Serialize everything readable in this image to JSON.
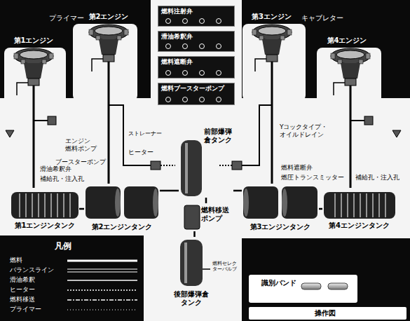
{
  "diagram": {
    "nodes": [
      {
        "text": [
          "第1エンジン"
        ]
      },
      {
        "text": [
          "第2エンジン"
        ]
      },
      {
        "text": [
          "第3エンジン"
        ]
      },
      {
        "text": [
          "第4エンジン"
        ]
      },
      {
        "text": [
          "燃料注射弁"
        ]
      },
      {
        "text": [
          "滑油希釈弁"
        ]
      },
      {
        "text": [
          "燃料遮断弁"
        ]
      },
      {
        "text": [
          "燃料ブースターポンプ"
        ]
      },
      {
        "text": [
          "第1エンジンタンク"
        ]
      },
      {
        "text": [
          "第2エンジンタンク"
        ]
      },
      {
        "text": [
          "前部爆弾倉タンク"
        ]
      },
      {
        "text": [
          "第3エンジンタンク"
        ]
      },
      {
        "text": [
          "第4エンジンタンク"
        ]
      },
      {
        "text": [
          "燃料移送ポンプ"
        ]
      },
      {
        "text": [
          "後部爆弾倉 タンク"
        ]
      }
    ],
    "edges": [
      {
        "from": 8,
        "to": 0,
        "arrow": "none"
      },
      {
        "from": 9,
        "to": 1,
        "arrow": "none"
      },
      {
        "from": 11,
        "to": 2,
        "arrow": "none"
      },
      {
        "from": 12,
        "to": 3,
        "arrow": "none"
      },
      {
        "from": 8,
        "to": 9,
        "arrow": "none"
      },
      {
        "from": 11,
        "to": 12,
        "arrow": "none"
      },
      {
        "from": 9,
        "to": 10,
        "arrow": "none"
      },
      {
        "from": 10,
        "to": 11,
        "arrow": "none"
      },
      {
        "from": 13,
        "to": 10,
        "arrow": "none"
      },
      {
        "from": 13,
        "to": 14,
        "arrow": "none"
      }
    ],
    "labels": [
      "プライマー",
      "キャブレター",
      "エンジン 燃料ポンプ",
      "ブースターポンプ",
      "ストレーナー",
      "ヒーター",
      "滑油希釈弁",
      "補給孔・注入孔",
      "Yコックタイプ・オイルドレイン",
      "燃料遮断弁",
      "燃圧トランスミッター",
      "補給孔・注入孔",
      "燃料セレクターバルブ",
      "凡例",
      "識別バンド",
      "操作図"
    ],
    "legend": [
      {
        "text": "燃料"
      },
      {
        "text": "バランスライン"
      },
      {
        "text": "滑油希釈"
      },
      {
        "text": "ヒーター"
      },
      {
        "text": "燃料移送"
      },
      {
        "text": "プライマー"
      }
    ]
  }
}
